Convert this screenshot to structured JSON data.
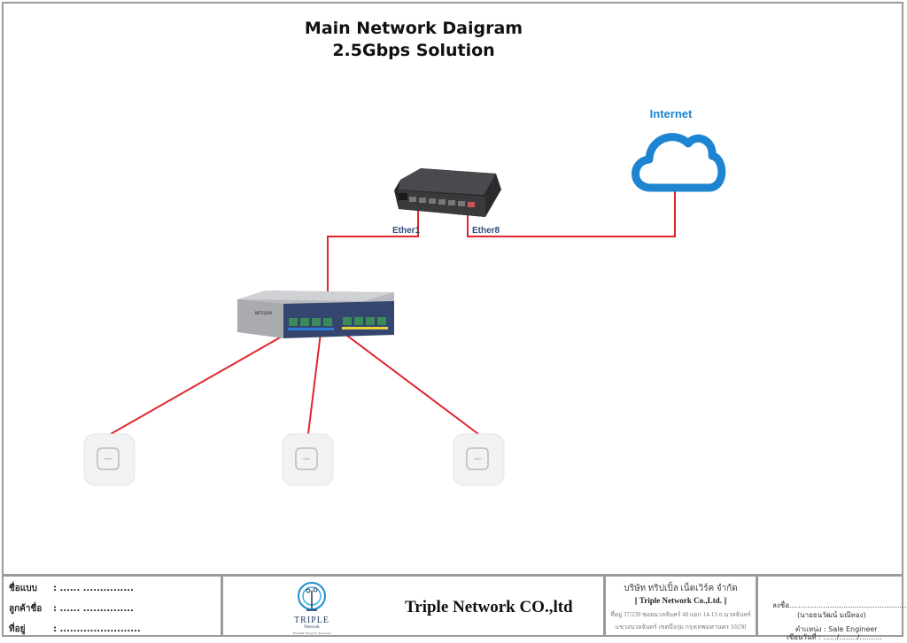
{
  "header": {
    "title_line1": "Main Network Daigram",
    "title_line2": "2.5Gbps Solution"
  },
  "diagram": {
    "nodes": [
      {
        "id": "internet",
        "label": "Internet",
        "icon": "cloud-icon"
      },
      {
        "id": "router",
        "label": "",
        "icon": "router-icon",
        "device": "MikroTik-style router"
      },
      {
        "id": "switch",
        "label": "",
        "icon": "switch-icon",
        "brand": "NETGEAR"
      },
      {
        "id": "ap1",
        "label": "",
        "icon": "access-point-icon"
      },
      {
        "id": "ap2",
        "label": "",
        "icon": "access-point-icon"
      },
      {
        "id": "ap3",
        "label": "",
        "icon": "access-point-icon"
      }
    ],
    "links": [
      {
        "from": "router",
        "to": "switch",
        "port_label": "Ether1"
      },
      {
        "from": "router",
        "to": "internet",
        "port_label": "Ether8"
      },
      {
        "from": "switch",
        "to": "ap1"
      },
      {
        "from": "switch",
        "to": "ap2"
      },
      {
        "from": "switch",
        "to": "ap3"
      }
    ],
    "link_color": "#e0252b",
    "cloud_color": "#1c84d0",
    "port_label_color": "#2f4f7f"
  },
  "footer": {
    "project": {
      "rows": [
        {
          "key": "ชื่อแบบ",
          "value": ": ...... ..............."
        },
        {
          "key": "ลูกค้าชื่อ",
          "value": ": ...... ..............."
        },
        {
          "key": "ที่อยู่",
          "value": ": ........................"
        }
      ]
    },
    "logo": {
      "name": "TRIPLE",
      "sub": "Network",
      "tagline": "The Best Thing For Everyone"
    },
    "company_name": "Triple Network CO.,ltd",
    "company_info": {
      "thai_name": "บริษัท ทริปเปิ้ล เน็ตเวิร์ค จำกัด",
      "english_name": "[ Triple Network Co.,Ltd. ]",
      "address_line1": "ที่อยู่ 37/239 ซอยนวลจันทร์ 48 แยก 14-13 ถ.นวลจันทร์",
      "address_line2": "แขวงนวลจันทร์ เขตบึงกุ่ม กรุงเทพมหานคร 10230"
    },
    "signature": {
      "sign_label": "ลงชื่อ.......................................................",
      "signer_name": "(นายธนวัฒน์   มณีทอง)",
      "position": "ตำแหน่ง : Sale Engineer",
      "date": "เขียนวันที่ : ....../......../.........."
    }
  }
}
